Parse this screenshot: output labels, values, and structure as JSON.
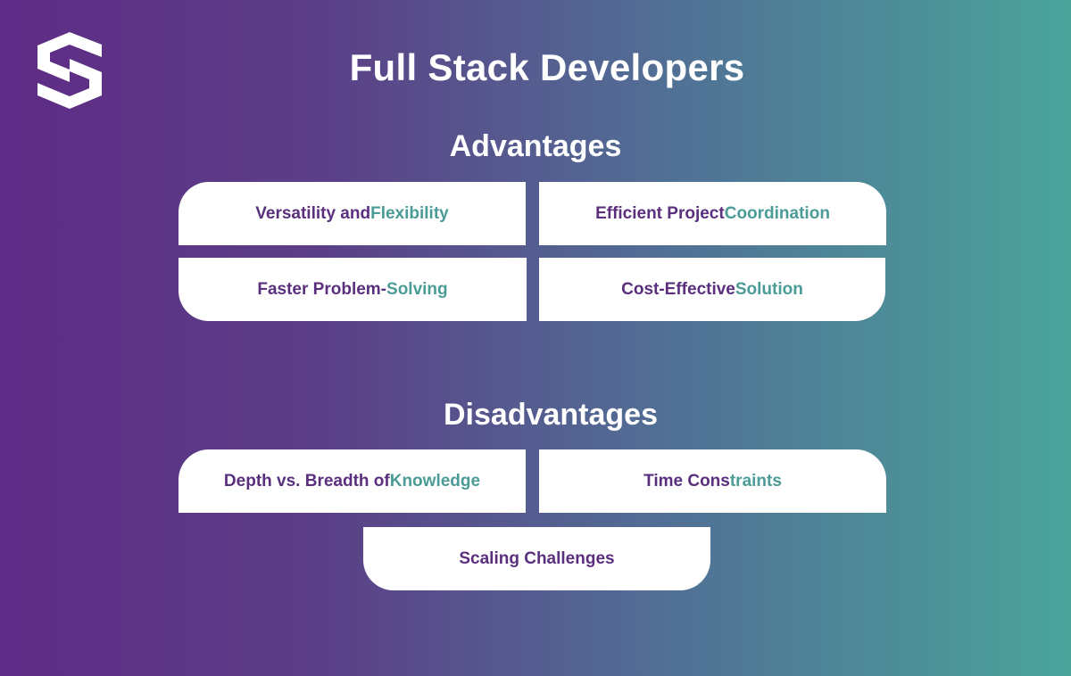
{
  "title": "Full Stack Developers",
  "logo": {
    "icon": "brand-s-logo-icon",
    "color": "#ffffff"
  },
  "colors": {
    "gradient_start": "#5e2b86",
    "gradient_end": "#4aa49a",
    "text_purple": "#5a2f7e",
    "text_teal": "#4b9b97"
  },
  "advantages": {
    "heading": "Advantages",
    "items": [
      {
        "part1": "Versatility and ",
        "part2": "Flexibility"
      },
      {
        "part1": "Efficient Project ",
        "part2": "Coordination"
      },
      {
        "part1": "Faster Problem-",
        "part2": "Solving"
      },
      {
        "part1": "Cost-Effective ",
        "part2": "Solution"
      }
    ]
  },
  "disadvantages": {
    "heading": "Disadvantages",
    "items": [
      {
        "part1": "Depth vs. Breadth of ",
        "part2": "Knowledge"
      },
      {
        "part1": "Time Cons",
        "part2": "traints"
      },
      {
        "part1": "Scaling Challenges",
        "part2": ""
      }
    ]
  }
}
